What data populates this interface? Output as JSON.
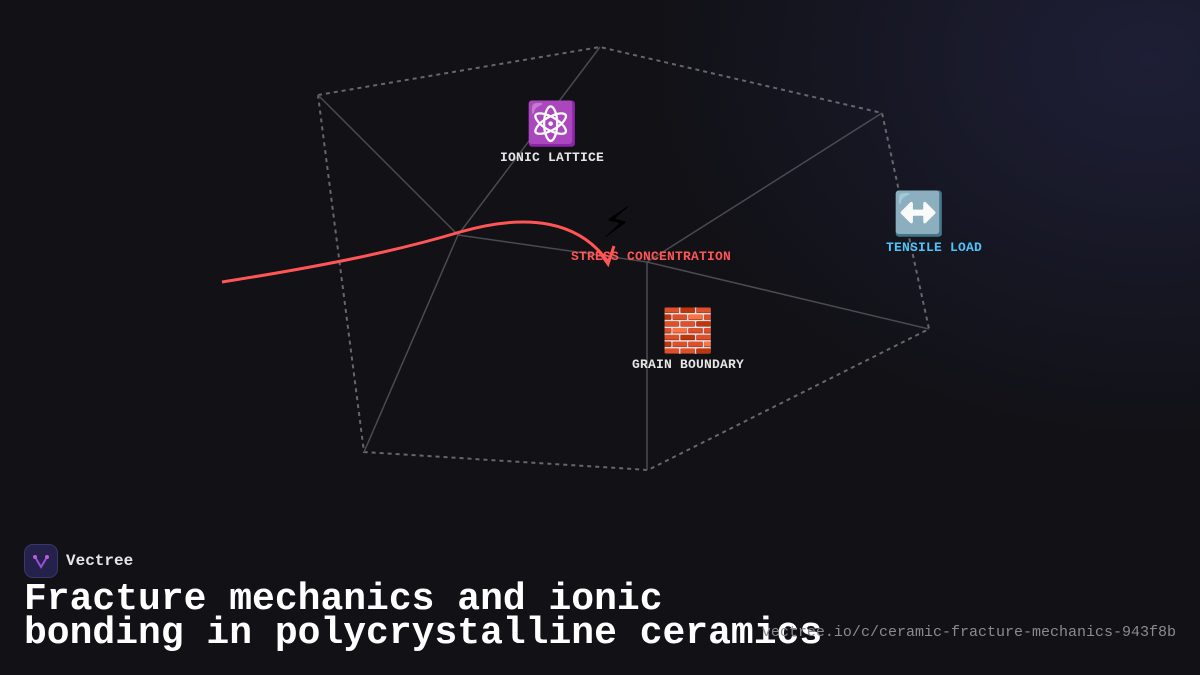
{
  "brand": {
    "name": "Vectree"
  },
  "title_lines": [
    "Fracture mechanics and ionic",
    "bonding in polycrystalline ceramics"
  ],
  "url": "vectree.io/c/ceramic-fracture-mechanics-943f8b",
  "nodes": [
    {
      "id": "ionic",
      "label": "IONIC LATTICE",
      "icon": "atom-icon",
      "glyph": "⚛️",
      "color": "#e6e6e6"
    },
    {
      "id": "stress",
      "label": "STRESS CONCENTRATION",
      "icon": "lightning-icon",
      "glyph": "⚡",
      "color": "#ff5555"
    },
    {
      "id": "grain",
      "label": "GRAIN BOUNDARY",
      "icon": "brick-icon",
      "glyph": "🧱",
      "color": "#e6e6e6"
    },
    {
      "id": "tensile",
      "label": "TENSILE LOAD",
      "icon": "left-right-arrow-icon",
      "glyph": "↔️",
      "color": "#4fc3f7"
    }
  ],
  "colors": {
    "crack": "#ff5555",
    "edge": "#5a5a60",
    "accent": "#4fc3f7"
  }
}
